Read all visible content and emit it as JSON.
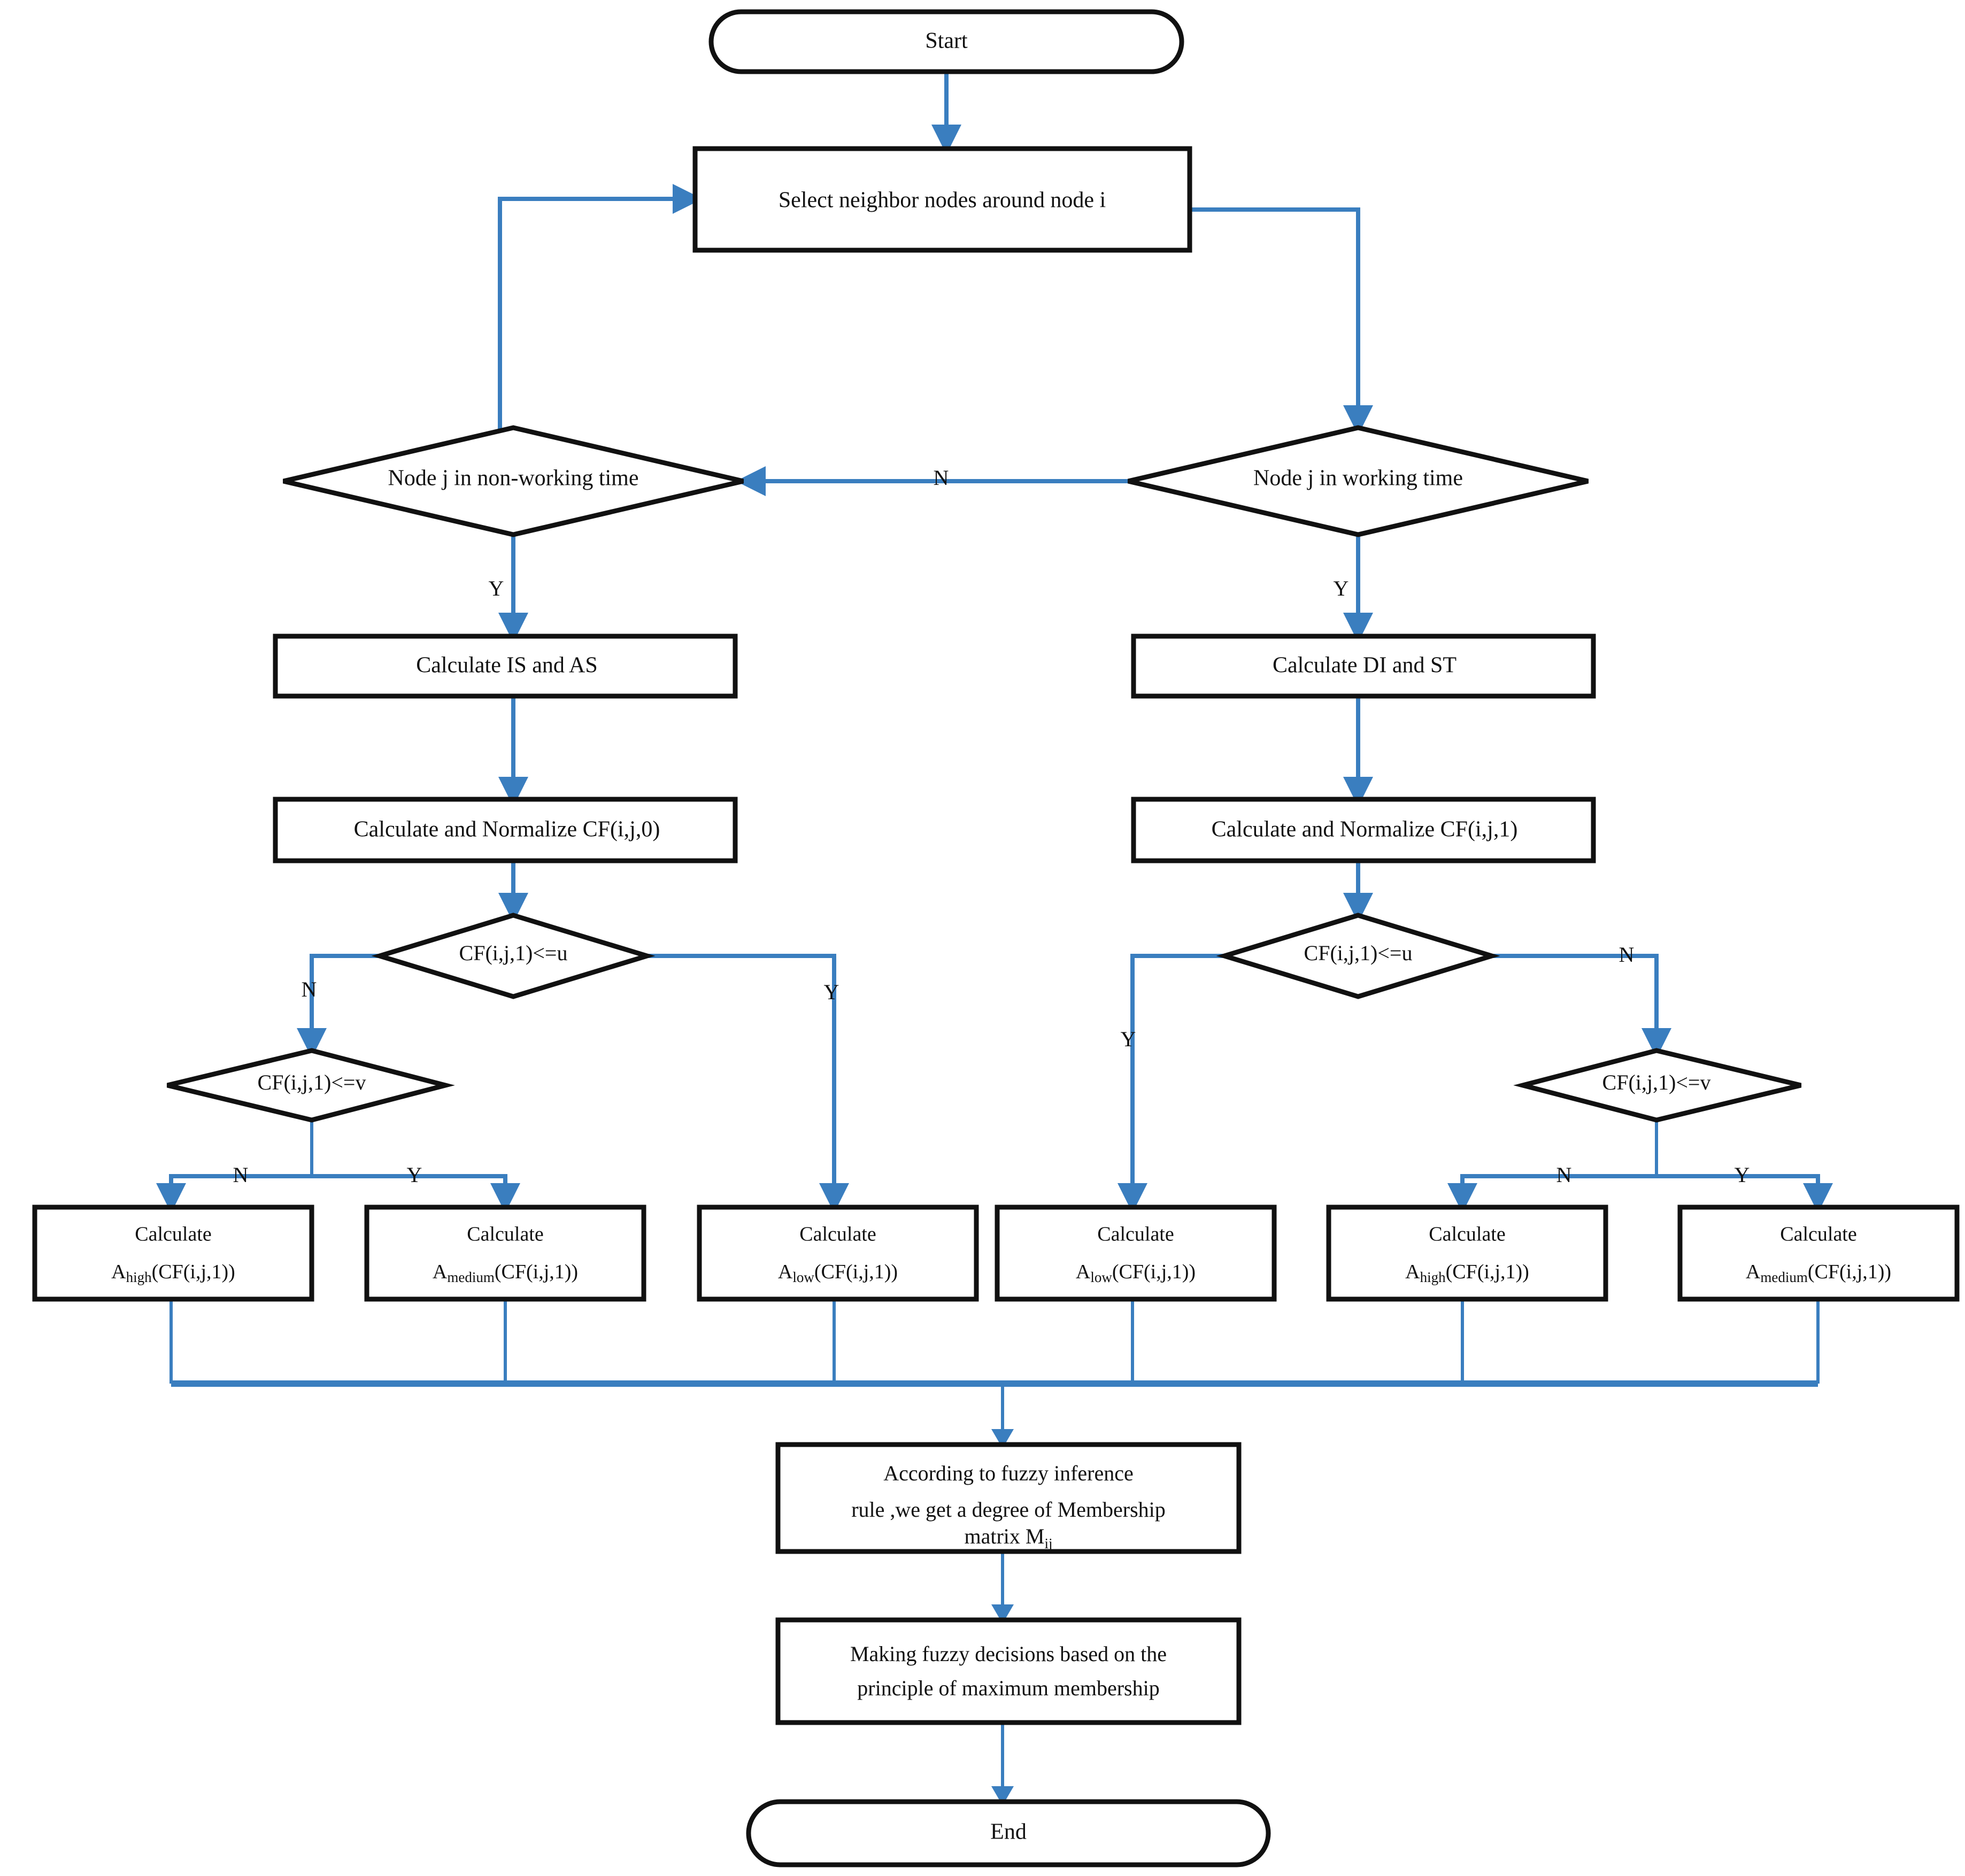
{
  "diagram": {
    "title": "Fuzzy trust inference flowchart",
    "colors": {
      "connector": "#3a7ebf",
      "node_stroke": "#111111",
      "node_fill": "#ffffff",
      "text": "#111111"
    },
    "nodes": {
      "start": {
        "label": "Start",
        "shape": "terminator"
      },
      "select_neighbors": {
        "label": "Select neighbor nodes around node i",
        "shape": "process"
      },
      "node_nonworking": {
        "label": "Node j in non-working time",
        "shape": "decision"
      },
      "node_working": {
        "label": "Node j in working time",
        "shape": "decision"
      },
      "calc_is_as": {
        "label": "Calculate  IS  and  AS",
        "shape": "process"
      },
      "calc_di_st": {
        "label": "Calculate  DI  and  ST",
        "shape": "process"
      },
      "norm_cf0": {
        "label": "Calculate and Normalize CF(i,j,0)",
        "shape": "process"
      },
      "norm_cf1": {
        "label": "Calculate and Normalize CF(i,j,1)",
        "shape": "process"
      },
      "cmp_u_left": {
        "label": "CF(i,j,1)<=u",
        "shape": "decision"
      },
      "cmp_u_right": {
        "label": "CF(i,j,1)<=u",
        "shape": "decision"
      },
      "cmp_v_left": {
        "label": "CF(i,j,1)<=v",
        "shape": "decision"
      },
      "cmp_v_right": {
        "label": "CF(i,j,1)<=v",
        "shape": "decision"
      },
      "calc_high_left": {
        "line1": "Calculate",
        "base": "A",
        "subscript": "high",
        "tail": "(CF(i,j,1))",
        "shape": "process"
      },
      "calc_medium_left": {
        "line1": "Calculate",
        "base": "A",
        "subscript": "medium",
        "tail": "(CF(i,j,1))",
        "shape": "process"
      },
      "calc_low_left": {
        "line1": "Calculate",
        "base": "A",
        "subscript": "low",
        "tail": "(CF(i,j,1))",
        "shape": "process"
      },
      "calc_low_right": {
        "line1": "Calculate",
        "base": "A",
        "subscript": "low",
        "tail": "(CF(i,j,1))",
        "shape": "process"
      },
      "calc_high_right": {
        "line1": "Calculate",
        "base": "A",
        "subscript": "high",
        "tail": "(CF(i,j,1))",
        "shape": "process"
      },
      "calc_medium_right": {
        "line1": "Calculate",
        "base": "A",
        "subscript": "medium",
        "tail": "(CF(i,j,1))",
        "shape": "process"
      },
      "fuzzy_inference": {
        "line1": "According to fuzzy inference",
        "line2": "rule ,we get a degree of Membership",
        "line3_base": "matrix M",
        "line3_sub": "ij",
        "shape": "process"
      },
      "fuzzy_decision": {
        "line1": "Making fuzzy decisions based on the",
        "line2": "principle of maximum membership",
        "shape": "process"
      },
      "end": {
        "label": "End",
        "shape": "terminator"
      }
    },
    "edge_labels": {
      "working_to_nonworking": "N",
      "nonworking_yes": "Y",
      "working_yes": "Y",
      "u_left_no": "N",
      "u_left_yes": "Y",
      "u_right_yes": "Y",
      "u_right_no": "N",
      "v_left_no": "N",
      "v_left_yes": "Y",
      "v_right_no": "N",
      "v_right_yes": "Y"
    }
  }
}
